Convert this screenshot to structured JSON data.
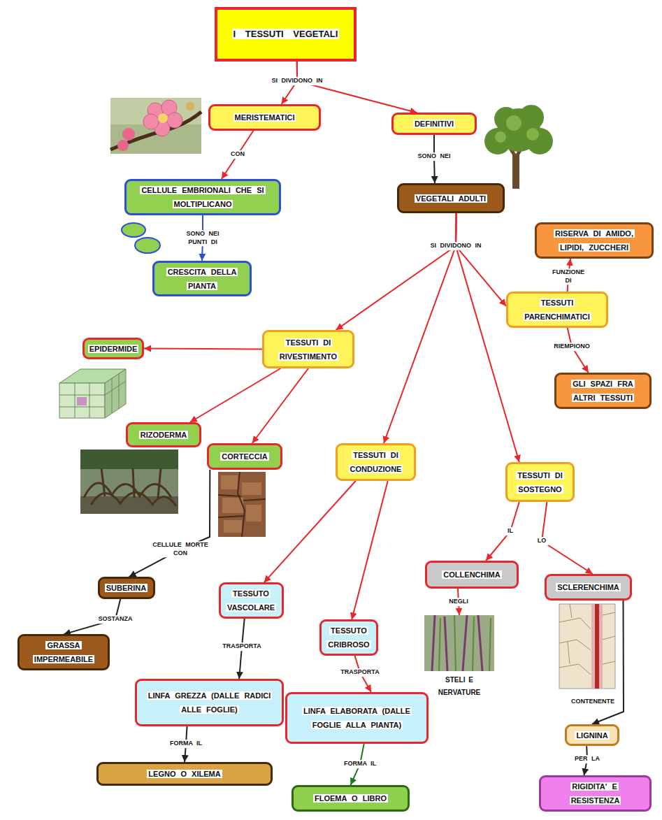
{
  "diagram": {
    "nodes": [
      {
        "text": [
          "I TESSUTI VEGETALI"
        ]
      },
      {
        "text": [
          "MERISTEMATICI"
        ]
      },
      {
        "text": [
          "DEFINITIVI"
        ]
      },
      {
        "text": [
          "CELLULE EMBRIONALI CHE SI MOLTIPLICANO"
        ]
      },
      {
        "text": [
          "VEGETALI ADULTI"
        ]
      },
      {
        "text": [
          "RISERVA DI AMIDO, LIPIDI, ZUCCHERI"
        ]
      },
      {
        "text": [
          "CRESCITA DELLA PIANTA"
        ]
      },
      {
        "text": [
          "TESSUTI PARENCHIMATICI"
        ]
      },
      {
        "text": [
          "TESSUTI DI RIVESTIMENTO"
        ]
      },
      {
        "text": [
          "EPIDERMIDE"
        ]
      },
      {
        "text": [
          "GLI SPAZI FRA ALTRI TESSUTI"
        ]
      },
      {
        "text": [
          "RIZODERMA"
        ]
      },
      {
        "text": [
          "CORTECCIA"
        ]
      },
      {
        "text": [
          "TESSUTI DI CONDUZIONE"
        ]
      },
      {
        "text": [
          "TESSUTI DI SOSTEGNO"
        ]
      },
      {
        "text": [
          "COLLENCHIMA"
        ]
      },
      {
        "text": [
          "SCLERENCHIMA"
        ]
      },
      {
        "text": [
          "SUBERINA"
        ]
      },
      {
        "text": [
          "TESSUTO VASCOLARE"
        ]
      },
      {
        "text": [
          "STELI E NERVATURE"
        ]
      },
      {
        "text": [
          "TESSUTO CRIBROSO"
        ]
      },
      {
        "text": [
          "GRASSA IMPERMEABILE"
        ]
      },
      {
        "text": [
          "LINFA GREZZA (DALLE RADICI ALLE FOGLIE)"
        ]
      },
      {
        "text": [
          "LINFA ELABORATA (DALLE FOGLIE ALLA PIANTA)"
        ]
      },
      {
        "text": [
          "LIGNINA"
        ]
      },
      {
        "text": [
          "LEGNO O XILEMA"
        ]
      },
      {
        "text": [
          "RIGIDITA' E RESISTENZA"
        ]
      },
      {
        "text": [
          "FLOEMA O LIBRO"
        ]
      }
    ],
    "edges": [
      {
        "from": 0,
        "to": 1,
        "label": "SI DIVIDONO IN",
        "arrow": "to"
      },
      {
        "from": 0,
        "to": 2,
        "arrow": "to"
      },
      {
        "from": 1,
        "to": 3,
        "label": "CON",
        "arrow": "to"
      },
      {
        "from": 3,
        "to": 6,
        "label": "SONO NEI PUNTI DI",
        "arrow": "to"
      },
      {
        "from": 2,
        "to": 4,
        "label": "SONO NEI",
        "arrow": "to"
      },
      {
        "from": 4,
        "to": 8,
        "label": "SI DIVIDONO IN",
        "arrow": "to"
      },
      {
        "from": 4,
        "to": 13,
        "arrow": "to"
      },
      {
        "from": 4,
        "to": 14,
        "arrow": "to"
      },
      {
        "from": 4,
        "to": 7,
        "arrow": "to"
      },
      {
        "from": 7,
        "to": 5,
        "label": "FUNZIONE DI",
        "arrow": "to"
      },
      {
        "from": 7,
        "to": 10,
        "label": "RIEMPIONO",
        "arrow": "to"
      },
      {
        "from": 8,
        "to": 9,
        "arrow": "to"
      },
      {
        "from": 8,
        "to": 11,
        "arrow": "to"
      },
      {
        "from": 8,
        "to": 12,
        "arrow": "to"
      },
      {
        "from": 12,
        "to": 17,
        "label": "CELLULE MORTE CON",
        "arrow": "to"
      },
      {
        "from": 17,
        "to": 21,
        "label": "SOSTANZA",
        "arrow": "to"
      },
      {
        "from": 13,
        "to": 18,
        "arrow": "to"
      },
      {
        "from": 13,
        "to": 20,
        "arrow": "to"
      },
      {
        "from": 18,
        "to": 22,
        "label": "TRASPORTA",
        "arrow": "to"
      },
      {
        "from": 22,
        "to": 25,
        "label": "FORMA IL",
        "arrow": "to"
      },
      {
        "from": 20,
        "to": 23,
        "label": "TRASPORTA",
        "arrow": "to"
      },
      {
        "from": 23,
        "to": 27,
        "label": "FORMA IL",
        "arrow": "to"
      },
      {
        "from": 14,
        "to": 15,
        "label": "IL",
        "arrow": "to"
      },
      {
        "from": 14,
        "to": 16,
        "label": "LO",
        "arrow": "to"
      },
      {
        "from": 15,
        "to": 19,
        "label": "NEGLI",
        "arrow": "to"
      },
      {
        "from": 16,
        "to": 24,
        "label": "CONTENENTE",
        "arrow": "to"
      },
      {
        "from": 24,
        "to": 26,
        "label": "PER LA",
        "arrow": "to"
      }
    ]
  }
}
